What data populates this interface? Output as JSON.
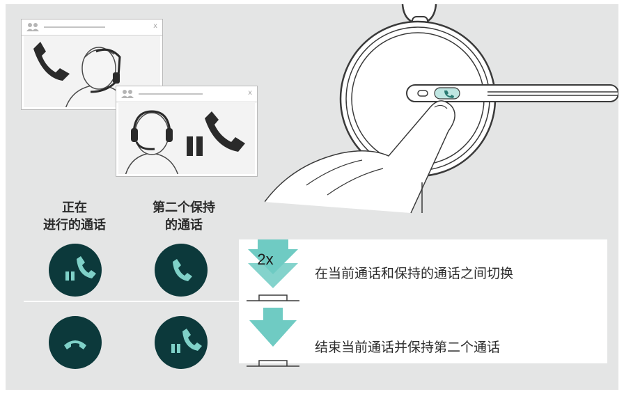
{
  "columns": {
    "active_call": "正在\n进行的通话",
    "held_call": "第二个保持\n的通话"
  },
  "windows": {
    "close_glyph": "x"
  },
  "rows": [
    {
      "press_label": "2x",
      "description": "在当前通话和保持的通话之间切换"
    },
    {
      "press_label": "",
      "description": "结束当前通话并保持第二个通话"
    }
  ],
  "colors": {
    "background": "#e4e5e5",
    "icon_circle": "#0c393b",
    "icon_glyph": "#7fd1c8",
    "press_arrow": "#6fcbc3",
    "line_art": "#3a3a3a"
  }
}
